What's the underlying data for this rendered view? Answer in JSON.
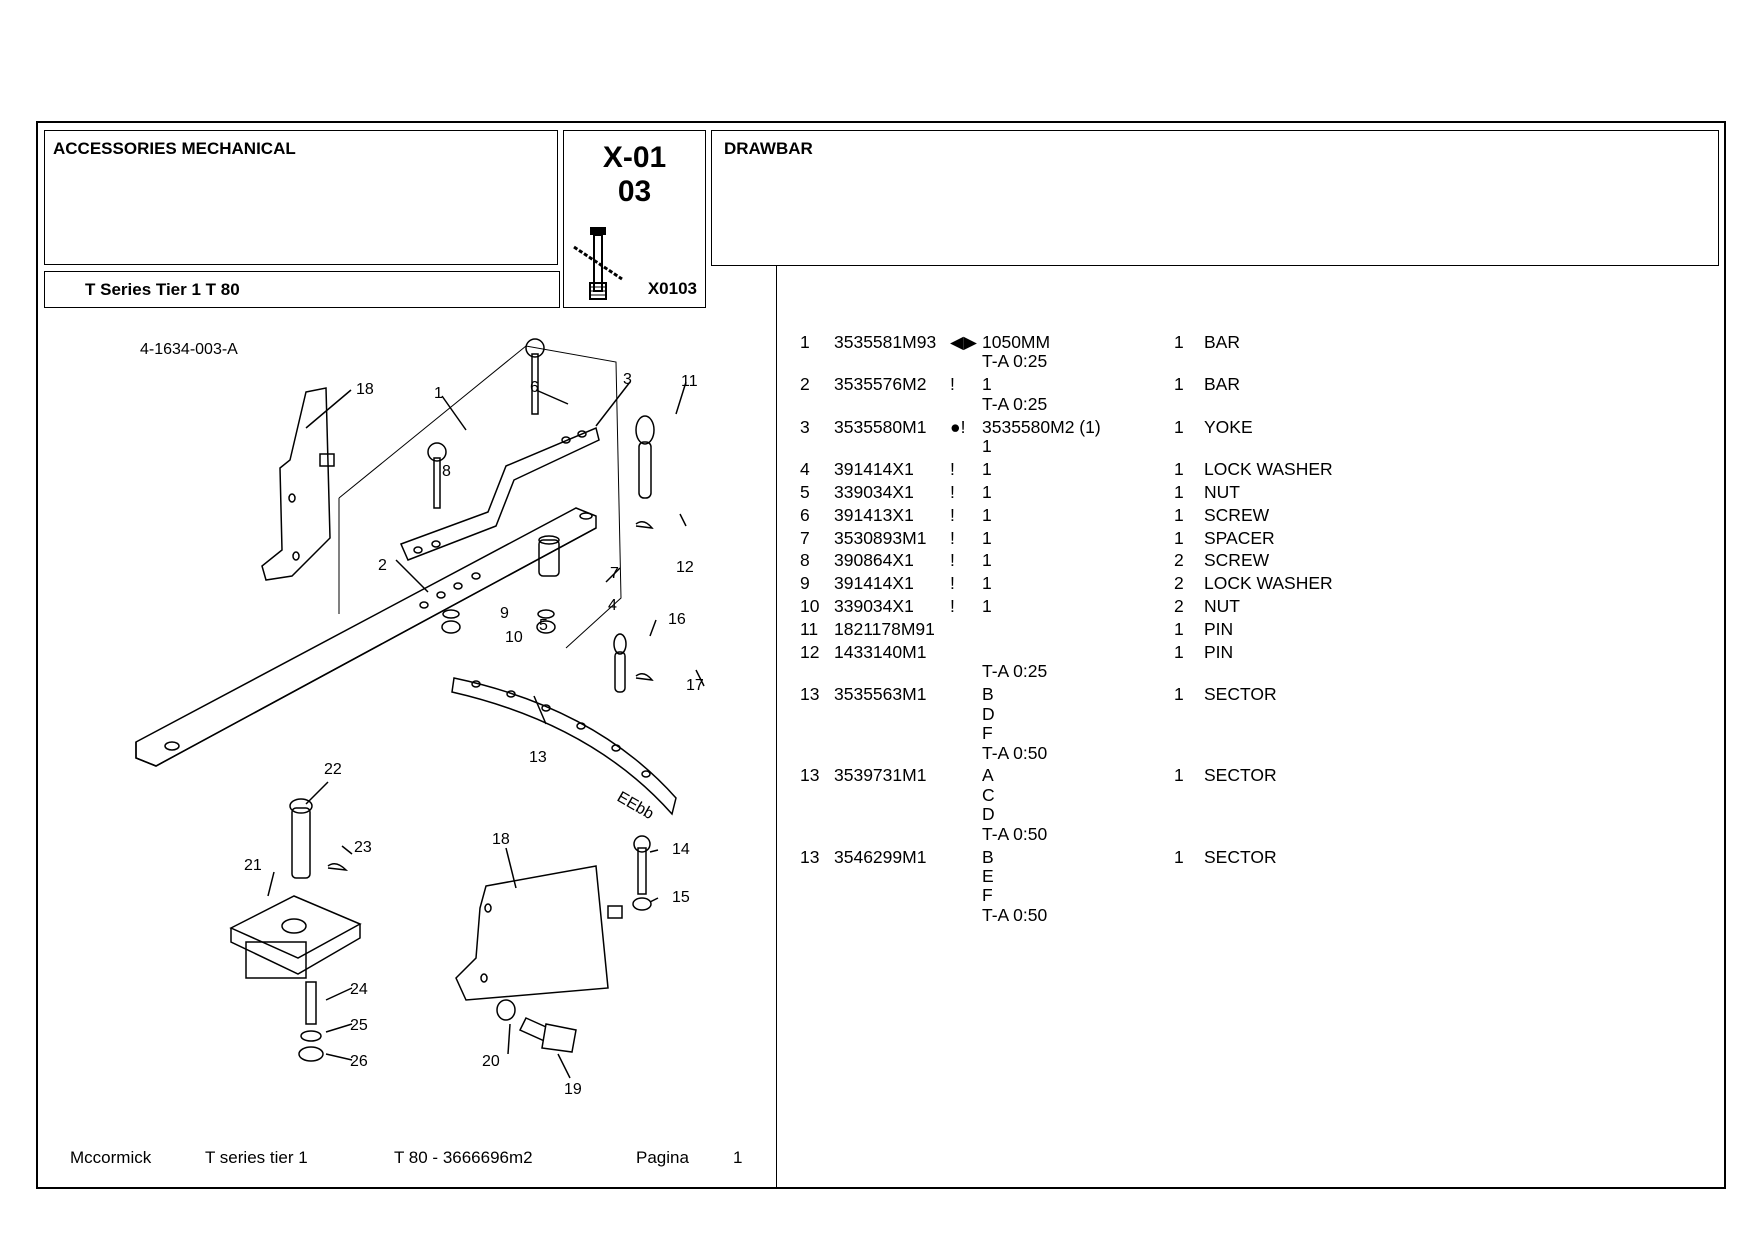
{
  "header": {
    "section_title": "ACCESSORIES MECHANICAL",
    "model_title": "T Series Tier 1   T 80",
    "page_code_line1": "X-01",
    "page_code_line2": "03",
    "page_ref": "X0103",
    "group_title": "DRAWBAR"
  },
  "diagram": {
    "drawing_number": "4-1634-003-A",
    "callouts": [
      "1",
      "2",
      "3",
      "4",
      "5",
      "6",
      "7",
      "8",
      "9",
      "10",
      "11",
      "12",
      "13",
      "14",
      "15",
      "16",
      "17",
      "18",
      "18",
      "19",
      "20",
      "21",
      "22",
      "23",
      "24",
      "25",
      "26"
    ],
    "icons": [
      "pin-icon"
    ]
  },
  "parts": [
    {
      "no": "1",
      "pn": "3535581M93",
      "mark": "◀▶",
      "remarks": [
        "1050MM",
        "T-A 0:25"
      ],
      "qty": "1",
      "desc": "BAR"
    },
    {
      "no": "2",
      "pn": "3535576M2",
      "mark": "!",
      "remarks": [
        "1",
        "T-A 0:25"
      ],
      "qty": "1",
      "desc": "BAR"
    },
    {
      "no": "3",
      "pn": "3535580M1",
      "mark": "●!",
      "remarks": [
        "3535580M2  (1)",
        "1"
      ],
      "qty": "1",
      "desc": "YOKE"
    },
    {
      "no": "4",
      "pn": "391414X1",
      "mark": "!",
      "remarks": [
        "1"
      ],
      "qty": "1",
      "desc": "LOCK WASHER"
    },
    {
      "no": "5",
      "pn": "339034X1",
      "mark": "!",
      "remarks": [
        "1"
      ],
      "qty": "1",
      "desc": "NUT"
    },
    {
      "no": "6",
      "pn": "391413X1",
      "mark": "!",
      "remarks": [
        "1"
      ],
      "qty": "1",
      "desc": "SCREW"
    },
    {
      "no": "7",
      "pn": "3530893M1",
      "mark": "!",
      "remarks": [
        "1"
      ],
      "qty": "1",
      "desc": "SPACER"
    },
    {
      "no": "8",
      "pn": "390864X1",
      "mark": "!",
      "remarks": [
        "1"
      ],
      "qty": "2",
      "desc": "SCREW"
    },
    {
      "no": "9",
      "pn": "391414X1",
      "mark": "!",
      "remarks": [
        "1"
      ],
      "qty": "2",
      "desc": "LOCK WASHER"
    },
    {
      "no": "10",
      "pn": "339034X1",
      "mark": "!",
      "remarks": [
        "1"
      ],
      "qty": "2",
      "desc": "NUT"
    },
    {
      "no": "11",
      "pn": "1821178M91",
      "mark": "",
      "remarks": [
        ""
      ],
      "qty": "1",
      "desc": "PIN"
    },
    {
      "no": "12",
      "pn": "1433140M1",
      "mark": "",
      "remarks": [
        "",
        "T-A 0:25"
      ],
      "qty": "1",
      "desc": "PIN"
    },
    {
      "no": "13",
      "pn": "3535563M1",
      "mark": "",
      "remarks": [
        "B",
        "D",
        "F",
        "T-A 0:50"
      ],
      "qty": "1",
      "desc": "SECTOR"
    },
    {
      "no": "13",
      "pn": "3539731M1",
      "mark": "",
      "remarks": [
        "A",
        "C",
        "D",
        "T-A 0:50"
      ],
      "qty": "1",
      "desc": "SECTOR"
    },
    {
      "no": "13",
      "pn": "3546299M1",
      "mark": "",
      "remarks": [
        "B",
        "E",
        "F",
        "T-A 0:50"
      ],
      "qty": "1",
      "desc": "SECTOR"
    }
  ],
  "footer": {
    "brand": "Mccormick",
    "series": "T series tier 1",
    "model": "T 80  - 3666696m2",
    "page_label": "Pagina",
    "page_number": "1"
  }
}
